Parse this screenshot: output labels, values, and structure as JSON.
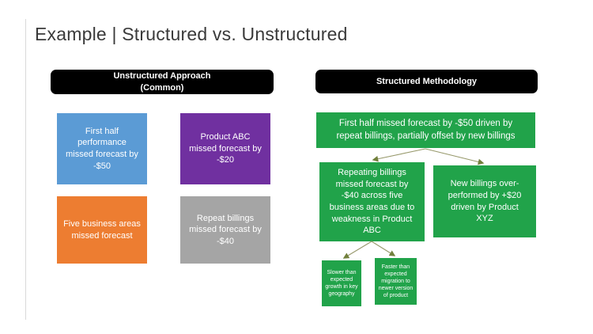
{
  "slide": {
    "title": "Example | Structured vs. Unstructured"
  },
  "colors": {
    "header_bg": "#000000",
    "header_text": "#ffffff",
    "box_text": "#ffffff",
    "blue": "#5B9BD5",
    "purple": "#7030A0",
    "orange": "#ED7D31",
    "gray": "#A5A5A5",
    "green": "#21A34A",
    "connector_line": "#97996b",
    "connector_arrow": "#72803c",
    "edge_line": "#d9d9d9"
  },
  "unstructured": {
    "header": "Unstructured Approach\n(Common)",
    "boxes": [
      {
        "id": "first-half-performance",
        "text": "First half performance missed forecast by -$50",
        "color": "#5B9BD5"
      },
      {
        "id": "product-abc",
        "text": "Product ABC missed forecast by -$20",
        "color": "#7030A0"
      },
      {
        "id": "five-business-areas",
        "text": "Five business areas missed forecast",
        "color": "#ED7D31"
      },
      {
        "id": "repeat-billings",
        "text": "Repeat billings missed forecast by -$40",
        "color": "#A5A5A5"
      }
    ]
  },
  "structured": {
    "header": "Structured Methodology",
    "root": {
      "text": "First half missed forecast by -$50 driven by repeat billings, partially offset by new billings",
      "color": "#21A34A"
    },
    "level2": [
      {
        "text": "Repeating billings missed forecast by -$40 across five business areas due to weakness in Product ABC",
        "color": "#21A34A"
      },
      {
        "text": "New billings over-performed by +$20 driven by Product XYZ",
        "color": "#21A34A"
      }
    ],
    "level3": [
      {
        "text": "Slower than expected growth in key geography",
        "color": "#21A34A"
      },
      {
        "text": "Faster than expected migration to newer version of product",
        "color": "#21A34A"
      }
    ]
  }
}
